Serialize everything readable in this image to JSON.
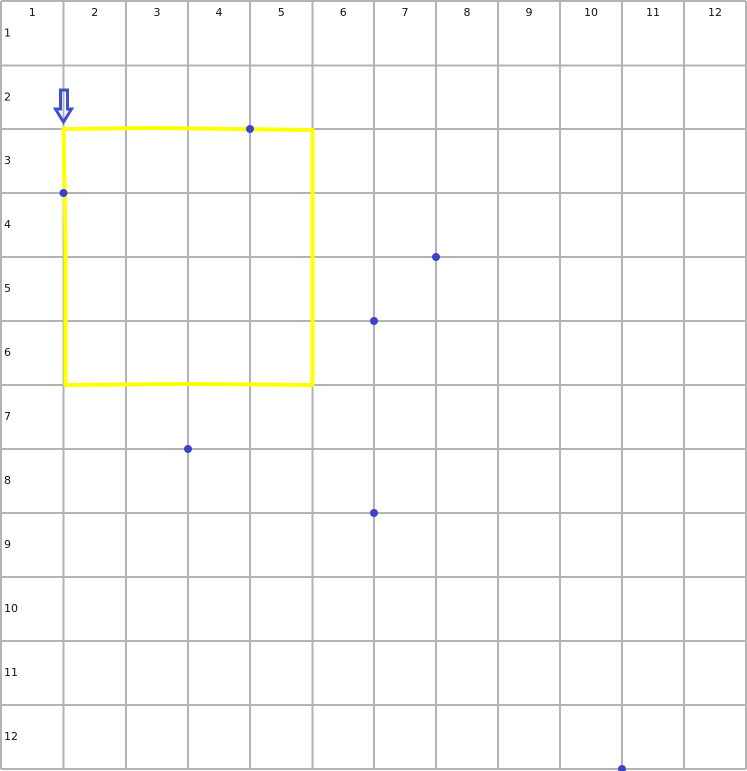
{
  "board": {
    "columns": 12,
    "rows": 12,
    "column_labels": [
      "1",
      "2",
      "3",
      "4",
      "5",
      "6",
      "7",
      "8",
      "9",
      "10",
      "11",
      "12"
    ],
    "row_labels": [
      "1",
      "2",
      "3",
      "4",
      "5",
      "6",
      "7",
      "8",
      "9",
      "10",
      "11",
      "12"
    ],
    "grid_color": "#b3b3b3",
    "background_color": "#ffffff"
  },
  "selection": {
    "color": "#ffff00",
    "from_col": 1,
    "from_row": 2,
    "to_col": 5,
    "to_row": 6
  },
  "marker_arrow": {
    "icon": "down-arrow-icon",
    "color": "#3f4fd0",
    "col": 1,
    "row": 2
  },
  "points": {
    "color": "#3b44c8",
    "items": [
      {
        "col": 4,
        "row": 2
      },
      {
        "col": 1,
        "row": 3
      },
      {
        "col": 7,
        "row": 4
      },
      {
        "col": 6,
        "row": 5
      },
      {
        "col": 3,
        "row": 7
      },
      {
        "col": 6,
        "row": 8
      },
      {
        "col": 10,
        "row": 12
      }
    ]
  }
}
